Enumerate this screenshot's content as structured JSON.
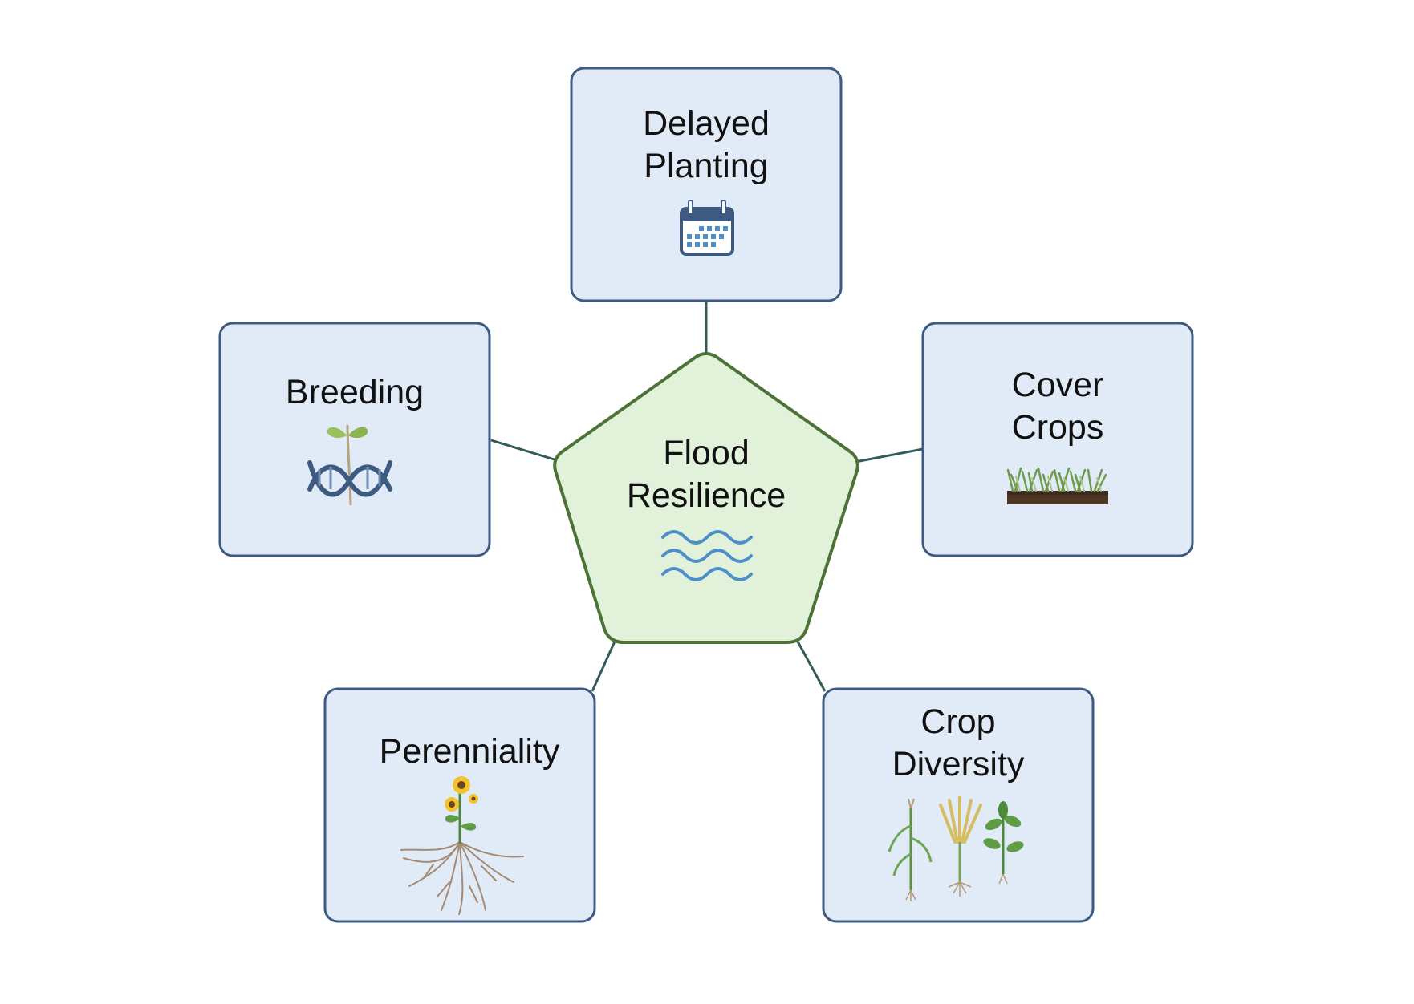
{
  "diagram": {
    "center": {
      "label": "Flood\nResilience",
      "icon": "waves-icon"
    },
    "nodes": {
      "delayed_planting": {
        "label": "Delayed\nPlanting",
        "icon": "calendar-icon"
      },
      "breeding": {
        "label": "Breeding",
        "icon": "dna-seedling-icon"
      },
      "cover_crops": {
        "label": "Cover\nCrops",
        "icon": "cover-crop-icon"
      },
      "perenniality": {
        "label": "Perenniality",
        "icon": "sunflower-roots-icon"
      },
      "crop_diversity": {
        "label": "Crop\nDiversity",
        "icon": "crop-plants-icon"
      }
    },
    "colors": {
      "box_fill": "#e1ebf7",
      "box_stroke": "#3d5a80",
      "center_fill": "#e2f2da",
      "center_stroke": "#4c7337",
      "connector": "#345a5a",
      "water": "#4d90c9"
    }
  }
}
